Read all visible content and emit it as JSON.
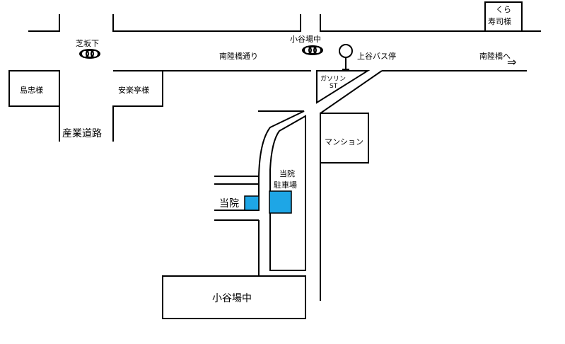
{
  "labels": {
    "kura_sushi_line1": "くら",
    "kura_sushi_line2": "寿司様",
    "shibasakashita": "芝坂下",
    "otanibachu_signal": "小谷場中",
    "nanrikubashi_dori": "南陸橋通り",
    "bus_stop": "上谷バス停",
    "to_nanrikubashi": "南陸橋へ",
    "arrow": "⇒",
    "shimatada": "島忠様",
    "anrakutei": "安楽亭様",
    "gas_station_line1": "ガソリン",
    "gas_station_line2": "ST",
    "sangyo_doro": "産業道路",
    "mansion": "マンション",
    "parking_line1": "当院",
    "parking_line2": "駐車場",
    "clinic": "当院",
    "otanibachu_school": "小谷場中"
  },
  "colors": {
    "clinic": "#1ea6e6",
    "parking": "#1ea6e6"
  }
}
